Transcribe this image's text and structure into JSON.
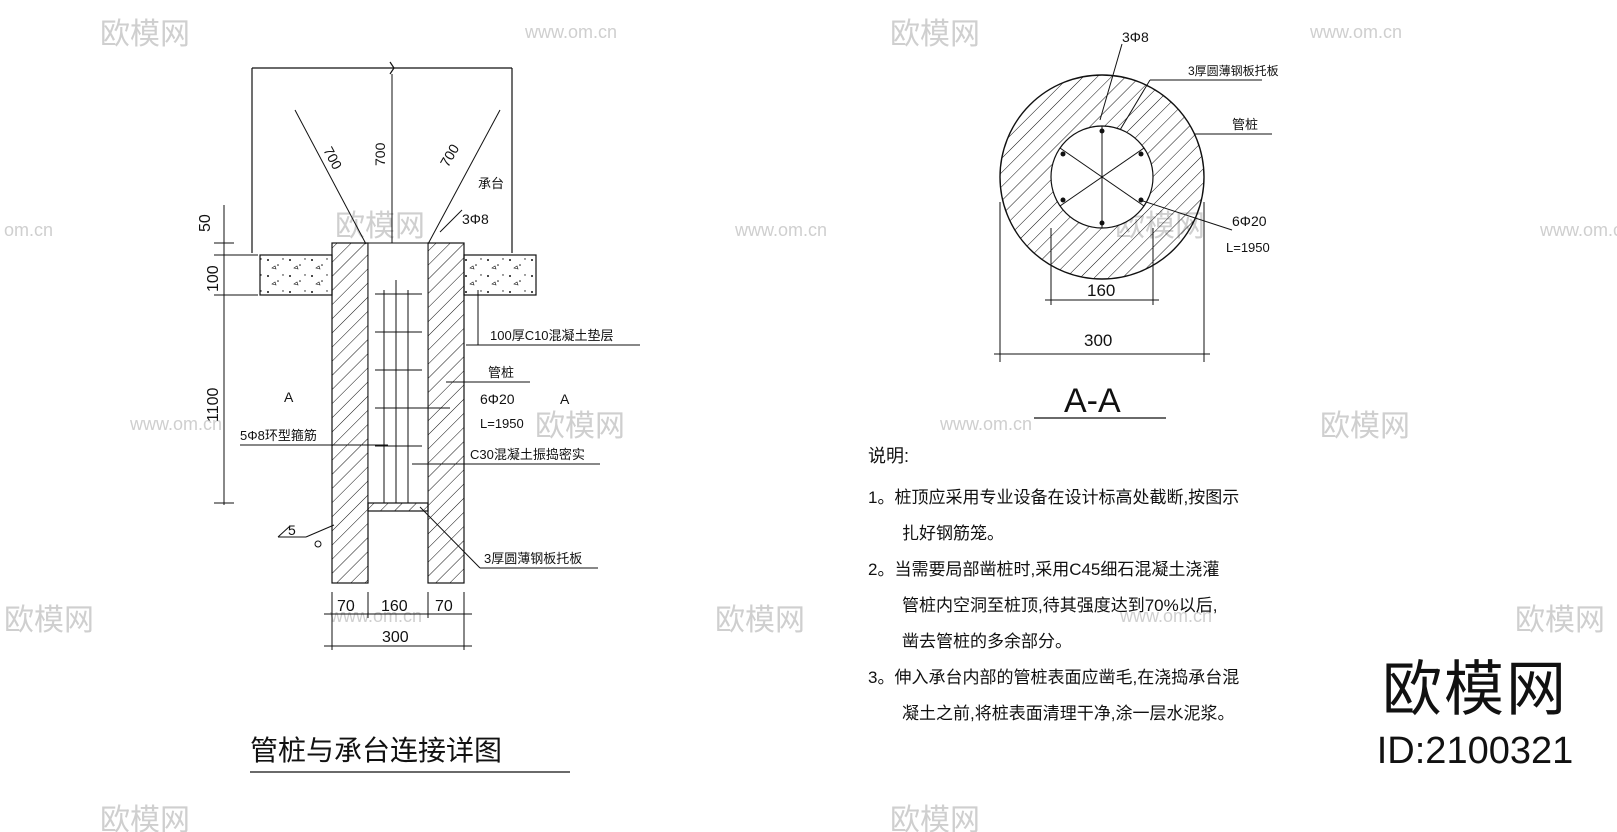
{
  "watermark": {
    "logo_text": "欧模网",
    "url_text": "www.om.cn",
    "url_text_cut": "om.cn"
  },
  "left_detail": {
    "title": "管桩与承台连接详图",
    "dims": {
      "d50": "50",
      "d100": "100",
      "d1100": "1100",
      "d70a": "70",
      "d160": "160",
      "d70b": "70",
      "d300": "300",
      "r700a": "700",
      "r700b": "700",
      "r700c": "700"
    },
    "labels": {
      "cap": "承台",
      "top_rebar": "3Φ8",
      "cushion": "100厚C10混凝土垫层",
      "pile": "管桩",
      "long_rebar": "6Φ20",
      "length": "L=1950",
      "ring_rebar": "5Φ8环型箍筋",
      "concrete_fill": "C30混凝土振捣密实",
      "bottom_plate": "3厚圆薄钢板托板",
      "weld": "5",
      "section_a_left": "A",
      "section_a_right": "A"
    }
  },
  "section_aa": {
    "title": "A-A",
    "labels": {
      "top_rebar": "3Φ8",
      "plate": "3厚圆薄钢板托板",
      "pile": "管桩",
      "long_rebar": "6Φ20",
      "length": "L=1950"
    },
    "dims": {
      "inner": "160",
      "outer": "300"
    }
  },
  "notes": {
    "header": "说明:",
    "items": [
      {
        "num": "1。",
        "line1": "桩顶应采用专业设备在设计标高处截断,按图示",
        "line2": "扎好钢筋笼。"
      },
      {
        "num": "2。",
        "line1": "当需要局部凿桩时,采用C45细石混凝土浇灌",
        "line2": "管桩内空洞至桩顶,待其强度达到70%以后,",
        "line3": "凿去管桩的多余部分。"
      },
      {
        "num": "3。",
        "line1": "伸入承台内部的管桩表面应凿毛,在浇捣承台混",
        "line2": "凝土之前,将桩表面清理干净,涂一层水泥浆。"
      }
    ]
  },
  "brand": {
    "logo": "欧模网",
    "id": "ID:2100321"
  },
  "colors": {
    "ink": "#111111",
    "watermark": "#cfcfcf",
    "background": "#ffffff"
  }
}
